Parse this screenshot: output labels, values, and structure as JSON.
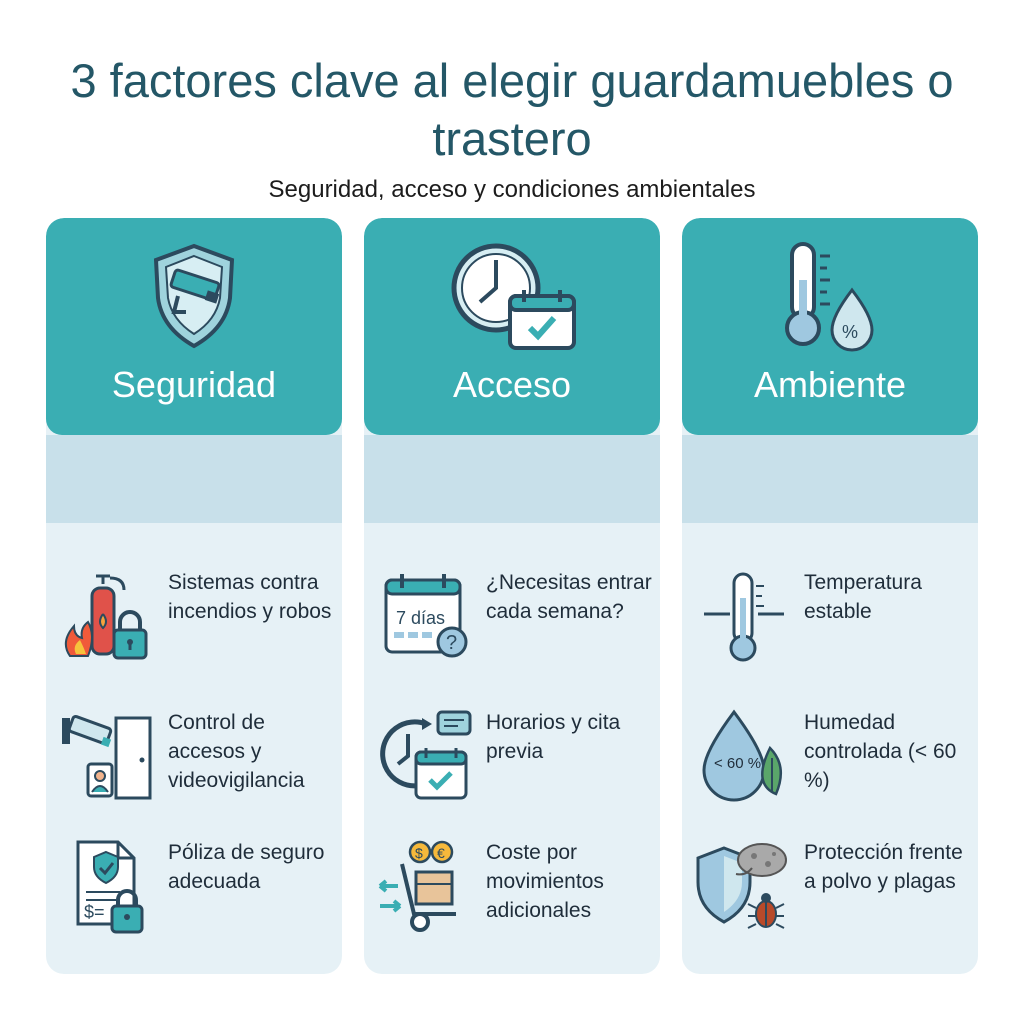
{
  "header": {
    "title": "3 factores clave al elegir guardamuebles o trastero",
    "subtitle": "Seguridad, acceso y condiciones ambientales"
  },
  "colors": {
    "teal": "#3aaeb3",
    "title": "#245767",
    "card_bg": "#e6f1f6",
    "band": "#c8e0ea"
  },
  "columns": [
    {
      "label": "Seguridad",
      "icon": "shield-camera-icon",
      "items": [
        {
          "text": "Sistemas contra incendios y robos",
          "icon": "fire-extinguisher-lock-icon"
        },
        {
          "text": "Control de accesos y videovigilancia",
          "icon": "camera-door-icon"
        },
        {
          "text": "Póliza de seguro adecuada",
          "icon": "insurance-document-icon"
        }
      ]
    },
    {
      "label": "Acceso",
      "icon": "clock-calendar-icon",
      "items": [
        {
          "text": "¿Necesitas entrar cada semana?",
          "icon": "calendar-question-icon",
          "badge": "7 días"
        },
        {
          "text": "Horarios y cita previa",
          "icon": "clock-appointment-icon"
        },
        {
          "text": "Coste por movimientos adicionales",
          "icon": "hand-truck-coins-icon"
        }
      ]
    },
    {
      "label": "Ambiente",
      "icon": "thermometer-humidity-icon",
      "items": [
        {
          "text": "Temperatura estable",
          "icon": "thermometer-icon"
        },
        {
          "text": "Humedad controlada (< 60 %)",
          "icon": "humidity-drop-icon",
          "badge": "< 60 %"
        },
        {
          "text": "Protección frente a polvo y plagas",
          "icon": "shield-dust-bug-icon"
        }
      ]
    }
  ]
}
